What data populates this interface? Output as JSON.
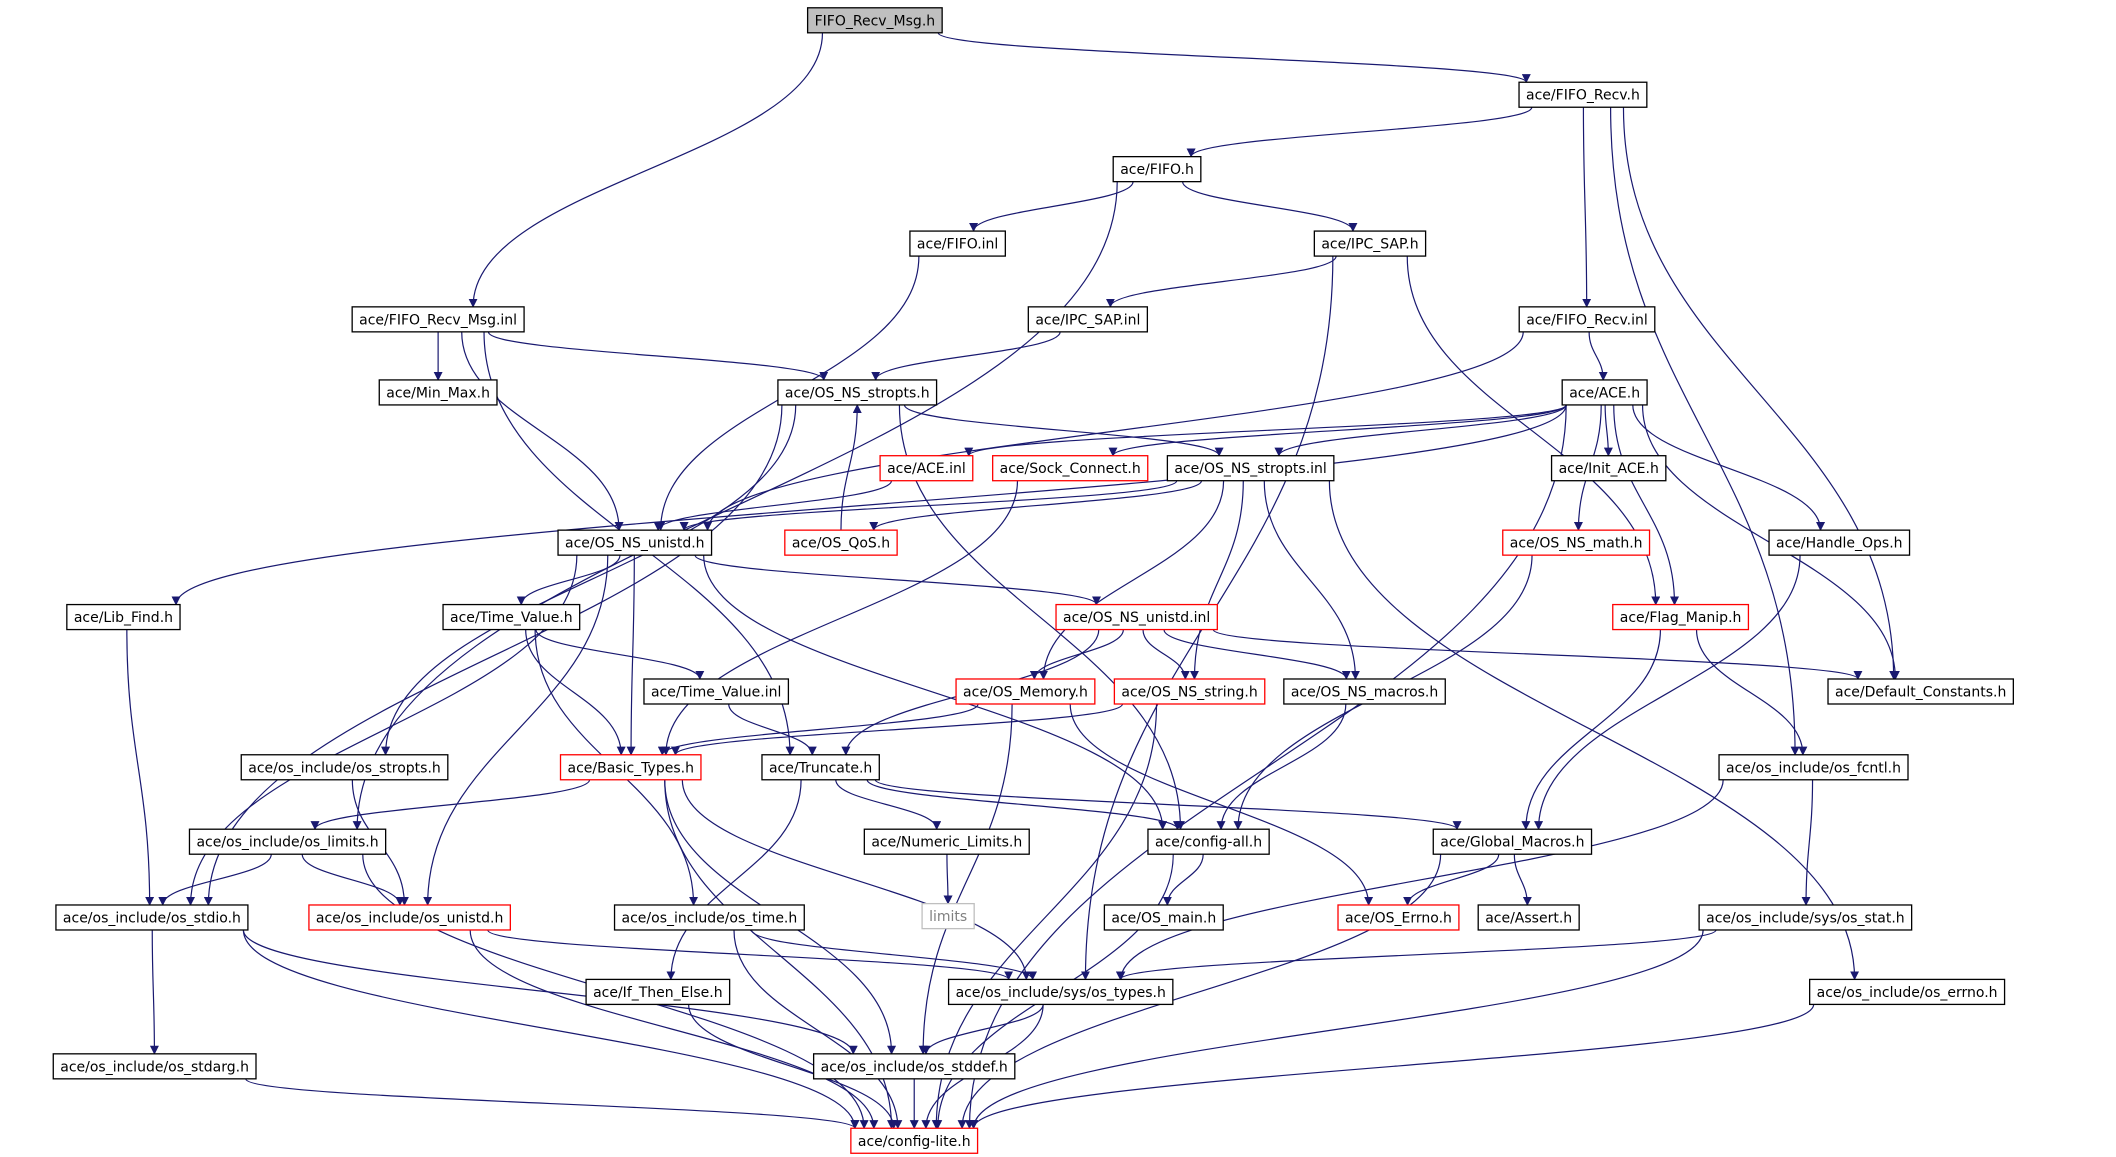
{
  "colors": {
    "edge": "#191970",
    "node_border": "#000000",
    "node_border_truncated": "#ff0000",
    "node_border_external": "#bfbfbf",
    "node_fill": "#ffffff",
    "root_fill": "#bfbfbf",
    "text": "#000000",
    "text_external": "#808080"
  },
  "nodes": [
    {
      "id": "root",
      "label": "FIFO_Recv_Msg.h",
      "kind": "root"
    },
    {
      "id": "fifo_recv_h",
      "label": "ace/FIFO_Recv.h",
      "kind": "normal"
    },
    {
      "id": "fifo_h",
      "label": "ace/FIFO.h",
      "kind": "normal"
    },
    {
      "id": "fifo_inl",
      "label": "ace/FIFO.inl",
      "kind": "normal"
    },
    {
      "id": "ipc_sap_h",
      "label": "ace/IPC_SAP.h",
      "kind": "normal"
    },
    {
      "id": "fifo_recv_msg_inl",
      "label": "ace/FIFO_Recv_Msg.inl",
      "kind": "normal"
    },
    {
      "id": "ipc_sap_inl",
      "label": "ace/IPC_SAP.inl",
      "kind": "normal"
    },
    {
      "id": "fifo_recv_inl",
      "label": "ace/FIFO_Recv.inl",
      "kind": "normal"
    },
    {
      "id": "min_max_h",
      "label": "ace/Min_Max.h",
      "kind": "normal"
    },
    {
      "id": "os_ns_stropts_h",
      "label": "ace/OS_NS_stropts.h",
      "kind": "normal"
    },
    {
      "id": "ace_h",
      "label": "ace/ACE.h",
      "kind": "normal"
    },
    {
      "id": "ace_inl",
      "label": "ace/ACE.inl",
      "kind": "truncated"
    },
    {
      "id": "sock_connect_h",
      "label": "ace/Sock_Connect.h",
      "kind": "truncated"
    },
    {
      "id": "os_ns_stropts_inl",
      "label": "ace/OS_NS_stropts.inl",
      "kind": "normal"
    },
    {
      "id": "init_ace_h",
      "label": "ace/Init_ACE.h",
      "kind": "normal"
    },
    {
      "id": "os_ns_unistd_h",
      "label": "ace/OS_NS_unistd.h",
      "kind": "normal"
    },
    {
      "id": "os_qos_h",
      "label": "ace/OS_QoS.h",
      "kind": "truncated"
    },
    {
      "id": "os_ns_math_h",
      "label": "ace/OS_NS_math.h",
      "kind": "truncated"
    },
    {
      "id": "handle_ops_h",
      "label": "ace/Handle_Ops.h",
      "kind": "normal"
    },
    {
      "id": "lib_find_h",
      "label": "ace/Lib_Find.h",
      "kind": "normal"
    },
    {
      "id": "time_value_h",
      "label": "ace/Time_Value.h",
      "kind": "normal"
    },
    {
      "id": "os_ns_unistd_inl",
      "label": "ace/OS_NS_unistd.inl",
      "kind": "truncated"
    },
    {
      "id": "flag_manip_h",
      "label": "ace/Flag_Manip.h",
      "kind": "truncated"
    },
    {
      "id": "time_value_inl",
      "label": "ace/Time_Value.inl",
      "kind": "normal"
    },
    {
      "id": "os_memory_h",
      "label": "ace/OS_Memory.h",
      "kind": "truncated"
    },
    {
      "id": "os_ns_string_h",
      "label": "ace/OS_NS_string.h",
      "kind": "truncated"
    },
    {
      "id": "os_ns_macros_h",
      "label": "ace/OS_NS_macros.h",
      "kind": "normal"
    },
    {
      "id": "default_constants_h",
      "label": "ace/Default_Constants.h",
      "kind": "normal"
    },
    {
      "id": "os_stropts_h",
      "label": "ace/os_include/os_stropts.h",
      "kind": "normal"
    },
    {
      "id": "basic_types_h",
      "label": "ace/Basic_Types.h",
      "kind": "truncated"
    },
    {
      "id": "truncate_h",
      "label": "ace/Truncate.h",
      "kind": "normal"
    },
    {
      "id": "os_fcntl_h",
      "label": "ace/os_include/os_fcntl.h",
      "kind": "normal"
    },
    {
      "id": "os_limits_h",
      "label": "ace/os_include/os_limits.h",
      "kind": "normal"
    },
    {
      "id": "numeric_limits_h",
      "label": "ace/Numeric_Limits.h",
      "kind": "normal"
    },
    {
      "id": "config_all_h",
      "label": "ace/config-all.h",
      "kind": "normal"
    },
    {
      "id": "global_macros_h",
      "label": "ace/Global_Macros.h",
      "kind": "normal"
    },
    {
      "id": "limits",
      "label": "limits",
      "kind": "external"
    },
    {
      "id": "os_stdio_h",
      "label": "ace/os_include/os_stdio.h",
      "kind": "normal"
    },
    {
      "id": "os_unistd_h",
      "label": "ace/os_include/os_unistd.h",
      "kind": "truncated"
    },
    {
      "id": "os_time_h",
      "label": "ace/os_include/os_time.h",
      "kind": "normal"
    },
    {
      "id": "os_main_h",
      "label": "ace/OS_main.h",
      "kind": "normal"
    },
    {
      "id": "os_errno_h_red",
      "label": "ace/OS_Errno.h",
      "kind": "truncated"
    },
    {
      "id": "assert_h",
      "label": "ace/Assert.h",
      "kind": "normal"
    },
    {
      "id": "os_sys_stat_h",
      "label": "ace/os_include/sys/os_stat.h",
      "kind": "normal"
    },
    {
      "id": "if_then_else_h",
      "label": "ace/If_Then_Else.h",
      "kind": "normal"
    },
    {
      "id": "os_sys_types_h",
      "label": "ace/os_include/sys/os_types.h",
      "kind": "normal"
    },
    {
      "id": "os_errno_h",
      "label": "ace/os_include/os_errno.h",
      "kind": "normal"
    },
    {
      "id": "os_stdarg_h",
      "label": "ace/os_include/os_stdarg.h",
      "kind": "normal"
    },
    {
      "id": "os_stddef_h",
      "label": "ace/os_include/os_stddef.h",
      "kind": "normal"
    },
    {
      "id": "config_lite_h",
      "label": "ace/config-lite.h",
      "kind": "truncated"
    }
  ],
  "edges": [
    [
      "root",
      "fifo_recv_h"
    ],
    [
      "root",
      "fifo_recv_msg_inl"
    ],
    [
      "fifo_recv_h",
      "fifo_h"
    ],
    [
      "fifo_recv_h",
      "fifo_recv_inl"
    ],
    [
      "fifo_recv_h",
      "default_constants_h"
    ],
    [
      "fifo_recv_h",
      "os_fcntl_h"
    ],
    [
      "fifo_h",
      "fifo_inl"
    ],
    [
      "fifo_h",
      "ipc_sap_h"
    ],
    [
      "fifo_h",
      "os_limits_h"
    ],
    [
      "fifo_inl",
      "os_ns_unistd_h"
    ],
    [
      "ipc_sap_h",
      "ipc_sap_inl"
    ],
    [
      "ipc_sap_h",
      "flag_manip_h"
    ],
    [
      "ipc_sap_h",
      "os_sys_types_h"
    ],
    [
      "ipc_sap_inl",
      "os_ns_stropts_h"
    ],
    [
      "fifo_recv_msg_inl",
      "min_max_h"
    ],
    [
      "fifo_recv_msg_inl",
      "os_ns_stropts_h"
    ],
    [
      "fifo_recv_msg_inl",
      "os_ns_unistd_h"
    ],
    [
      "fifo_recv_msg_inl",
      "truncate_h"
    ],
    [
      "fifo_recv_inl",
      "ace_h"
    ],
    [
      "fifo_recv_inl",
      "os_ns_unistd_h"
    ],
    [
      "os_ns_stropts_h",
      "os_ns_stropts_inl"
    ],
    [
      "os_ns_stropts_h",
      "os_stropts_h"
    ],
    [
      "os_ns_stropts_h",
      "os_stdio_h"
    ],
    [
      "os_ns_stropts_h",
      "config_all_h"
    ],
    [
      "ace_h",
      "init_ace_h"
    ],
    [
      "ace_h",
      "ace_inl"
    ],
    [
      "ace_h",
      "sock_connect_h"
    ],
    [
      "ace_h",
      "os_ns_stropts_inl"
    ],
    [
      "ace_h",
      "os_ns_math_h"
    ],
    [
      "ace_h",
      "handle_ops_h"
    ],
    [
      "ace_h",
      "flag_manip_h"
    ],
    [
      "ace_h",
      "lib_find_h"
    ],
    [
      "ace_h",
      "default_constants_h"
    ],
    [
      "ace_h",
      "config_lite_h"
    ],
    [
      "ace_inl",
      "os_ns_unistd_h"
    ],
    [
      "sock_connect_h",
      "basic_types_h"
    ],
    [
      "os_ns_stropts_inl",
      "os_qos_h"
    ],
    [
      "os_ns_stropts_inl",
      "os_ns_unistd_h"
    ],
    [
      "os_ns_stropts_inl",
      "os_memory_h"
    ],
    [
      "os_ns_stropts_inl",
      "os_ns_string_h"
    ],
    [
      "os_ns_stropts_inl",
      "os_ns_macros_h"
    ],
    [
      "os_ns_stropts_inl",
      "os_errno_h"
    ],
    [
      "os_qos_h",
      "os_ns_stropts_h"
    ],
    [
      "os_ns_unistd_h",
      "time_value_h"
    ],
    [
      "os_ns_unistd_h",
      "os_ns_unistd_inl"
    ],
    [
      "os_ns_unistd_h",
      "basic_types_h"
    ],
    [
      "os_ns_unistd_h",
      "os_stdio_h"
    ],
    [
      "os_ns_unistd_h",
      "os_unistd_h"
    ],
    [
      "os_ns_unistd_h",
      "config_all_h"
    ],
    [
      "os_ns_math_h",
      "config_all_h"
    ],
    [
      "handle_ops_h",
      "global_macros_h"
    ],
    [
      "lib_find_h",
      "os_stdio_h"
    ],
    [
      "time_value_h",
      "time_value_inl"
    ],
    [
      "time_value_h",
      "basic_types_h"
    ],
    [
      "time_value_h",
      "os_time_h"
    ],
    [
      "time_value_inl",
      "truncate_h"
    ],
    [
      "os_ns_unistd_inl",
      "os_memory_h"
    ],
    [
      "os_ns_unistd_inl",
      "os_ns_string_h"
    ],
    [
      "os_ns_unistd_inl",
      "os_ns_macros_h"
    ],
    [
      "os_ns_unistd_inl",
      "default_constants_h"
    ],
    [
      "os_ns_unistd_inl",
      "truncate_h"
    ],
    [
      "flag_manip_h",
      "global_macros_h"
    ],
    [
      "flag_manip_h",
      "os_fcntl_h"
    ],
    [
      "os_memory_h",
      "basic_types_h"
    ],
    [
      "os_memory_h",
      "os_errno_h_red"
    ],
    [
      "os_memory_h",
      "os_stddef_h"
    ],
    [
      "os_ns_string_h",
      "basic_types_h"
    ],
    [
      "os_ns_string_h",
      "config_lite_h"
    ],
    [
      "os_ns_macros_h",
      "config_all_h"
    ],
    [
      "os_stropts_h",
      "os_unistd_h"
    ],
    [
      "basic_types_h",
      "os_limits_h"
    ],
    [
      "basic_types_h",
      "os_sys_types_h"
    ],
    [
      "basic_types_h",
      "os_stddef_h"
    ],
    [
      "basic_types_h",
      "config_lite_h"
    ],
    [
      "truncate_h",
      "numeric_limits_h"
    ],
    [
      "truncate_h",
      "config_all_h"
    ],
    [
      "truncate_h",
      "global_macros_h"
    ],
    [
      "truncate_h",
      "if_then_else_h"
    ],
    [
      "os_fcntl_h",
      "os_sys_stat_h"
    ],
    [
      "os_fcntl_h",
      "os_sys_types_h"
    ],
    [
      "os_limits_h",
      "os_unistd_h"
    ],
    [
      "os_limits_h",
      "os_stdio_h"
    ],
    [
      "os_limits_h",
      "config_lite_h"
    ],
    [
      "numeric_limits_h",
      "limits"
    ],
    [
      "config_all_h",
      "os_main_h"
    ],
    [
      "config_all_h",
      "config_lite_h"
    ],
    [
      "global_macros_h",
      "os_errno_h_red"
    ],
    [
      "global_macros_h",
      "assert_h"
    ],
    [
      "global_macros_h",
      "config_lite_h"
    ],
    [
      "os_stdio_h",
      "os_stdarg_h"
    ],
    [
      "os_stdio_h",
      "os_stddef_h"
    ],
    [
      "os_stdio_h",
      "config_lite_h"
    ],
    [
      "os_unistd_h",
      "os_sys_types_h"
    ],
    [
      "os_unistd_h",
      "config_lite_h"
    ],
    [
      "os_time_h",
      "os_sys_types_h"
    ],
    [
      "os_time_h",
      "config_lite_h"
    ],
    [
      "os_sys_stat_h",
      "os_sys_types_h"
    ],
    [
      "os_sys_stat_h",
      "config_lite_h"
    ],
    [
      "if_then_else_h",
      "config_lite_h"
    ],
    [
      "os_sys_types_h",
      "os_stddef_h"
    ],
    [
      "os_sys_types_h",
      "config_lite_h"
    ],
    [
      "os_errno_h",
      "config_lite_h"
    ],
    [
      "os_stdarg_h",
      "config_lite_h"
    ],
    [
      "os_stddef_h",
      "config_lite_h"
    ]
  ]
}
